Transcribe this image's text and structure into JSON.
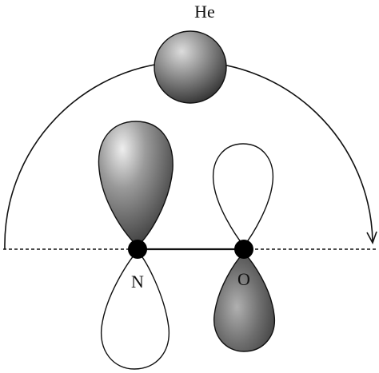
{
  "labels": {
    "helium": "He",
    "nitrogen": "N",
    "oxygen": "O"
  },
  "colors": {
    "ink": "#111111",
    "lobe_shaded_light": "#e6e6e6",
    "lobe_shaded_mid": "#8a8a8a",
    "lobe_shaded_dark": "#2e2e2e",
    "lobe_open": "#ffffff",
    "atom_center": "#000000"
  }
}
